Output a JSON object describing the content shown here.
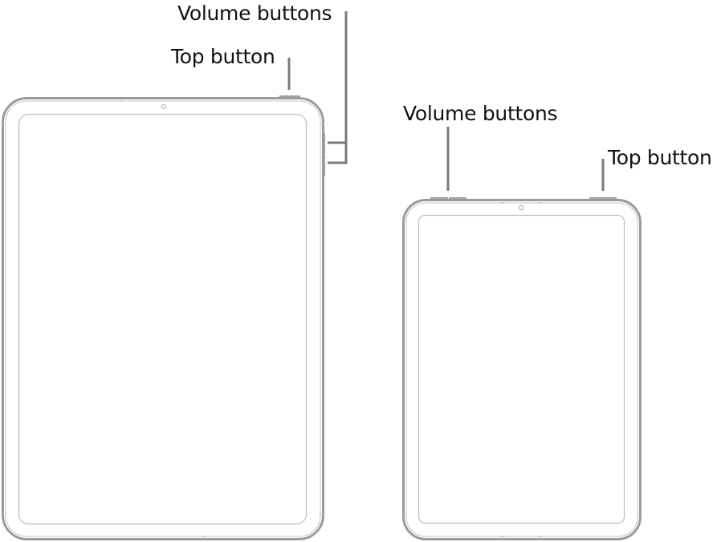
{
  "colors": {
    "outline_outer": "#9a9a9a",
    "outline_inner": "#bdbdbd",
    "button": "#a3a3a3",
    "leader_line": "#7a7a7a",
    "text": "#111111",
    "background": "#ffffff"
  },
  "devices": [
    {
      "id": "ipad-large",
      "description": "iPad with Top button and side volume buttons",
      "labels": [
        {
          "id": "volume",
          "text": "Volume buttons"
        },
        {
          "id": "top",
          "text": "Top button"
        }
      ]
    },
    {
      "id": "ipad-small",
      "description": "iPad mini with volume buttons and Top button on top edge",
      "labels": [
        {
          "id": "volume",
          "text": "Volume buttons"
        },
        {
          "id": "top",
          "text": "Top button"
        }
      ]
    }
  ]
}
